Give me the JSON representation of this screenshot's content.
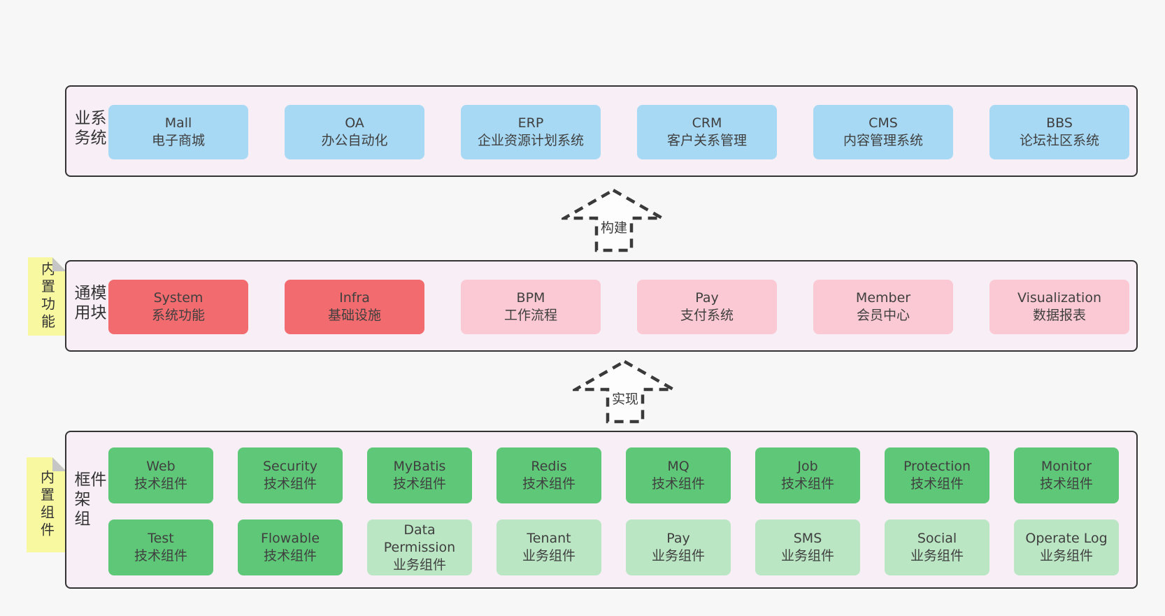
{
  "palette": {
    "page_background": "#f7f7f7",
    "container_background": "#f7eef6",
    "container_border": "#333333",
    "business_box": "#a8d9f4",
    "core_module_box": "#f26b6e",
    "optional_module_box": "#fac9d3",
    "tech_component_box": "#5fc878",
    "biz_component_box": "#bbe6c4",
    "sticky_note": "#f8f8a0",
    "sticky_fold": "#c6c6c6",
    "arrow_stroke": "#3a3a3a",
    "text": "#3c3c3c"
  },
  "sections": {
    "business": {
      "side_label": "业务系统",
      "boxes": [
        {
          "name": "Mall",
          "desc": "电子商城",
          "variant": "blue"
        },
        {
          "name": "OA",
          "desc": "办公自动化",
          "variant": "blue"
        },
        {
          "name": "ERP",
          "desc": "企业资源计划系统",
          "variant": "blue"
        },
        {
          "name": "CRM",
          "desc": "客户关系管理",
          "variant": "blue"
        },
        {
          "name": "CMS",
          "desc": "内容管理系统",
          "variant": "blue"
        },
        {
          "name": "BBS",
          "desc": "论坛社区系统",
          "variant": "blue"
        }
      ]
    },
    "modules": {
      "sticky_label": "内置功能",
      "side_label": "通用模块",
      "boxes": [
        {
          "name": "System",
          "desc": "系统功能",
          "variant": "red"
        },
        {
          "name": "Infra",
          "desc": "基础设施",
          "variant": "red"
        },
        {
          "name": "BPM",
          "desc": "工作流程",
          "variant": "pink"
        },
        {
          "name": "Pay",
          "desc": "支付系统",
          "variant": "pink"
        },
        {
          "name": "Member",
          "desc": "会员中心",
          "variant": "pink"
        },
        {
          "name": "Visualization",
          "desc": "数据报表",
          "variant": "pink"
        }
      ]
    },
    "components": {
      "sticky_label": "内置组件",
      "side_label": "框架组件",
      "row1": [
        {
          "name": "Web",
          "desc": "技术组件",
          "variant": "green"
        },
        {
          "name": "Security",
          "desc": "技术组件",
          "variant": "green"
        },
        {
          "name": "MyBatis",
          "desc": "技术组件",
          "variant": "green"
        },
        {
          "name": "Redis",
          "desc": "技术组件",
          "variant": "green"
        },
        {
          "name": "MQ",
          "desc": "技术组件",
          "variant": "green"
        },
        {
          "name": "Job",
          "desc": "技术组件",
          "variant": "green"
        },
        {
          "name": "Protection",
          "desc": "技术组件",
          "variant": "green"
        },
        {
          "name": "Monitor",
          "desc": "技术组件",
          "variant": "green"
        }
      ],
      "row2": [
        {
          "name": "Test",
          "desc": "技术组件",
          "variant": "green"
        },
        {
          "name": "Flowable",
          "desc": "技术组件",
          "variant": "green"
        },
        {
          "name": "Data Permission",
          "desc": "业务组件",
          "variant": "lightgreen"
        },
        {
          "name": "Tenant",
          "desc": "业务组件",
          "variant": "lightgreen"
        },
        {
          "name": "Pay",
          "desc": "业务组件",
          "variant": "lightgreen"
        },
        {
          "name": "SMS",
          "desc": "业务组件",
          "variant": "lightgreen"
        },
        {
          "name": "Social",
          "desc": "业务组件",
          "variant": "lightgreen"
        },
        {
          "name": "Operate Log",
          "desc": "业务组件",
          "variant": "lightgreen"
        }
      ]
    }
  },
  "arrows": [
    {
      "label": "构建"
    },
    {
      "label": "实现"
    }
  ]
}
